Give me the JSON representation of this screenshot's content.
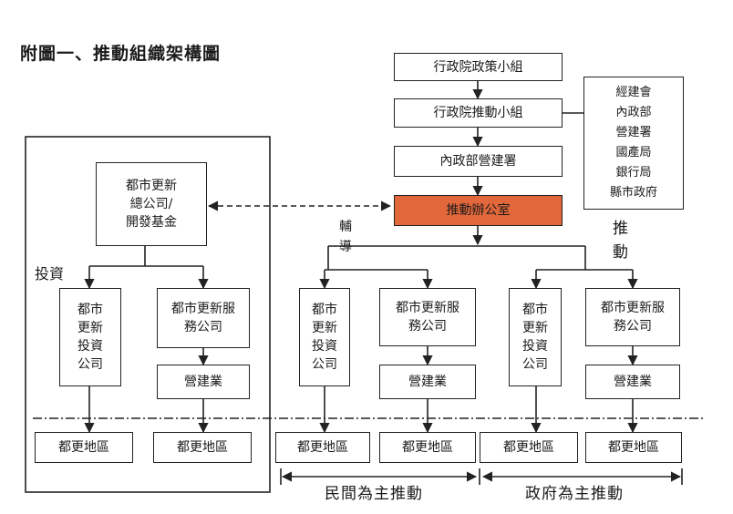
{
  "title": "附圖一、推動組織架構圖",
  "colors": {
    "highlight": "#e2673b",
    "line": "#222222"
  },
  "nodes": {
    "policy": "行政院政策小組",
    "promotion": "行政院推動小組",
    "cpami": "內政部營建署",
    "office": "推動辦公室",
    "agencies": "經建會\n內政部\n營建署\n國產局\n銀行局\n縣市政府",
    "fund": "都市更新\n總公司/\n開發基金",
    "left_invest": "都市\n更新\n投資\n公司",
    "left_service": "都市更新服\n務公司",
    "left_builder": "營建業",
    "left_area1": "都更地區",
    "left_area2": "都更地區",
    "mid_invest": "都市\n更新\n投資\n公司",
    "mid_service": "都市更新服\n務公司",
    "mid_builder": "營建業",
    "mid_area1": "都更地區",
    "mid_area2": "都更地區",
    "right_invest": "都市\n更新\n投資\n公司",
    "right_service": "都市更新服\n務公司",
    "right_builder": "營建業",
    "right_area1": "都更地區",
    "right_area2": "都更地區"
  },
  "labels": {
    "invest": "投資",
    "guide": "輔\n導",
    "promote": "推\n動",
    "private_led": "民間為主推動",
    "gov_led": "政府為主推動"
  }
}
